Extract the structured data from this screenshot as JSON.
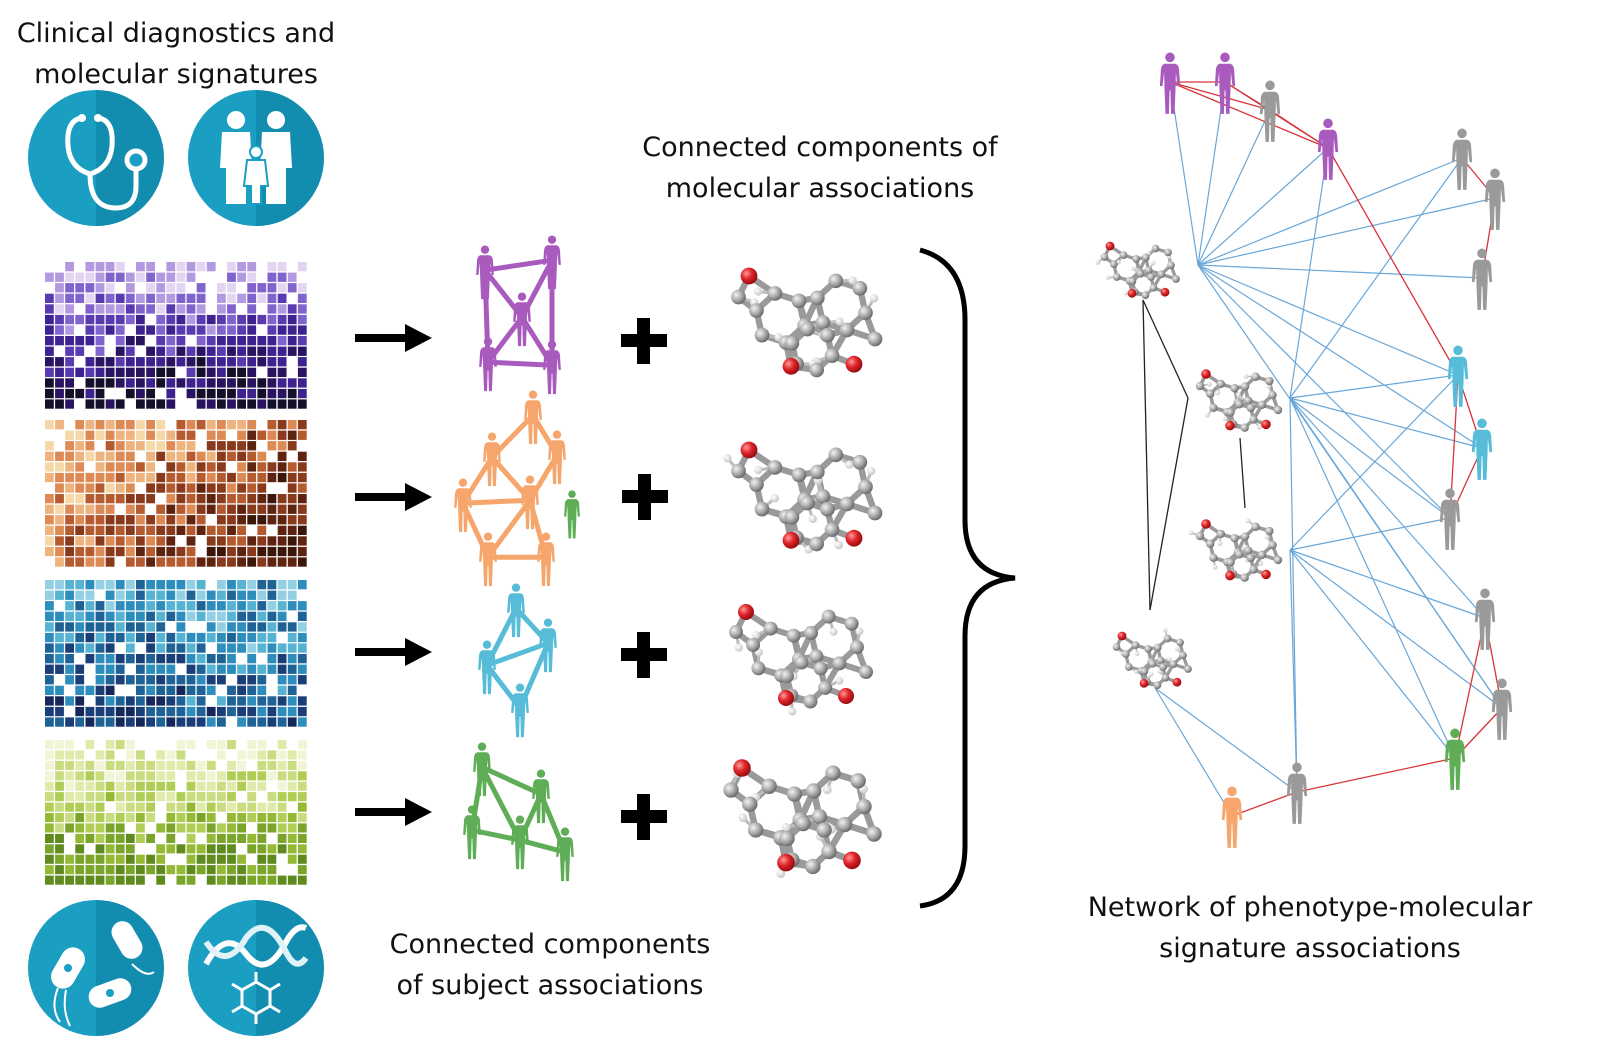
{
  "labels": {
    "clinical_line1": "Clinical diagnostics and",
    "clinical_line2": "molecular signatures",
    "molecular_line1": "Connected components of",
    "molecular_line2": "molecular associations",
    "subject_line1": "Connected components",
    "subject_line2": "of subject associations",
    "network_line1": "Network of phenotype-molecular",
    "network_line2": "signature associations"
  },
  "icons": [
    {
      "name": "stethoscope-icon"
    },
    {
      "name": "family-icon"
    },
    {
      "name": "bacteria-icon"
    },
    {
      "name": "dna-molecule-icon"
    }
  ],
  "colors": {
    "icon_circle": "#1a9ec2",
    "icon_circle_dark": "#0e7fa0",
    "purple": "#a85bbd",
    "orange": "#f6a66c",
    "cyan": "#57bcd8",
    "green": "#5fae57",
    "gray": "#9a9a9a",
    "blue_edge": "#6aa7d8",
    "red_edge": "#d8343a",
    "black_edge": "#222222",
    "atom_gray": "#a7a7a7",
    "atom_red": "#e0262a",
    "atom_white": "#eeeeee"
  },
  "heatmaps": [
    {
      "name": "heatmap-purple",
      "palette": [
        "#ffffff",
        "#e3d5f2",
        "#b39ae0",
        "#8063cc",
        "#5a3ab0",
        "#3e2290",
        "#2a1360",
        "#15102a"
      ]
    },
    {
      "name": "heatmap-orange",
      "palette": [
        "#ffffff",
        "#f5d8a8",
        "#eeb480",
        "#dd8a55",
        "#b65a30",
        "#8a3a1c",
        "#5e2410",
        "#3c1608"
      ]
    },
    {
      "name": "heatmap-blue",
      "palette": [
        "#ffffff",
        "#cfe8f2",
        "#94d0e4",
        "#56b4d2",
        "#2d8ebd",
        "#1e6296",
        "#1a3f78",
        "#16275a"
      ]
    },
    {
      "name": "heatmap-green",
      "palette": [
        "#ffffff",
        "#f1f5d5",
        "#e0ebab",
        "#c9dc80",
        "#b0cd55",
        "#94ba35",
        "#7aa42a",
        "#5f8a1e"
      ]
    }
  ]
}
